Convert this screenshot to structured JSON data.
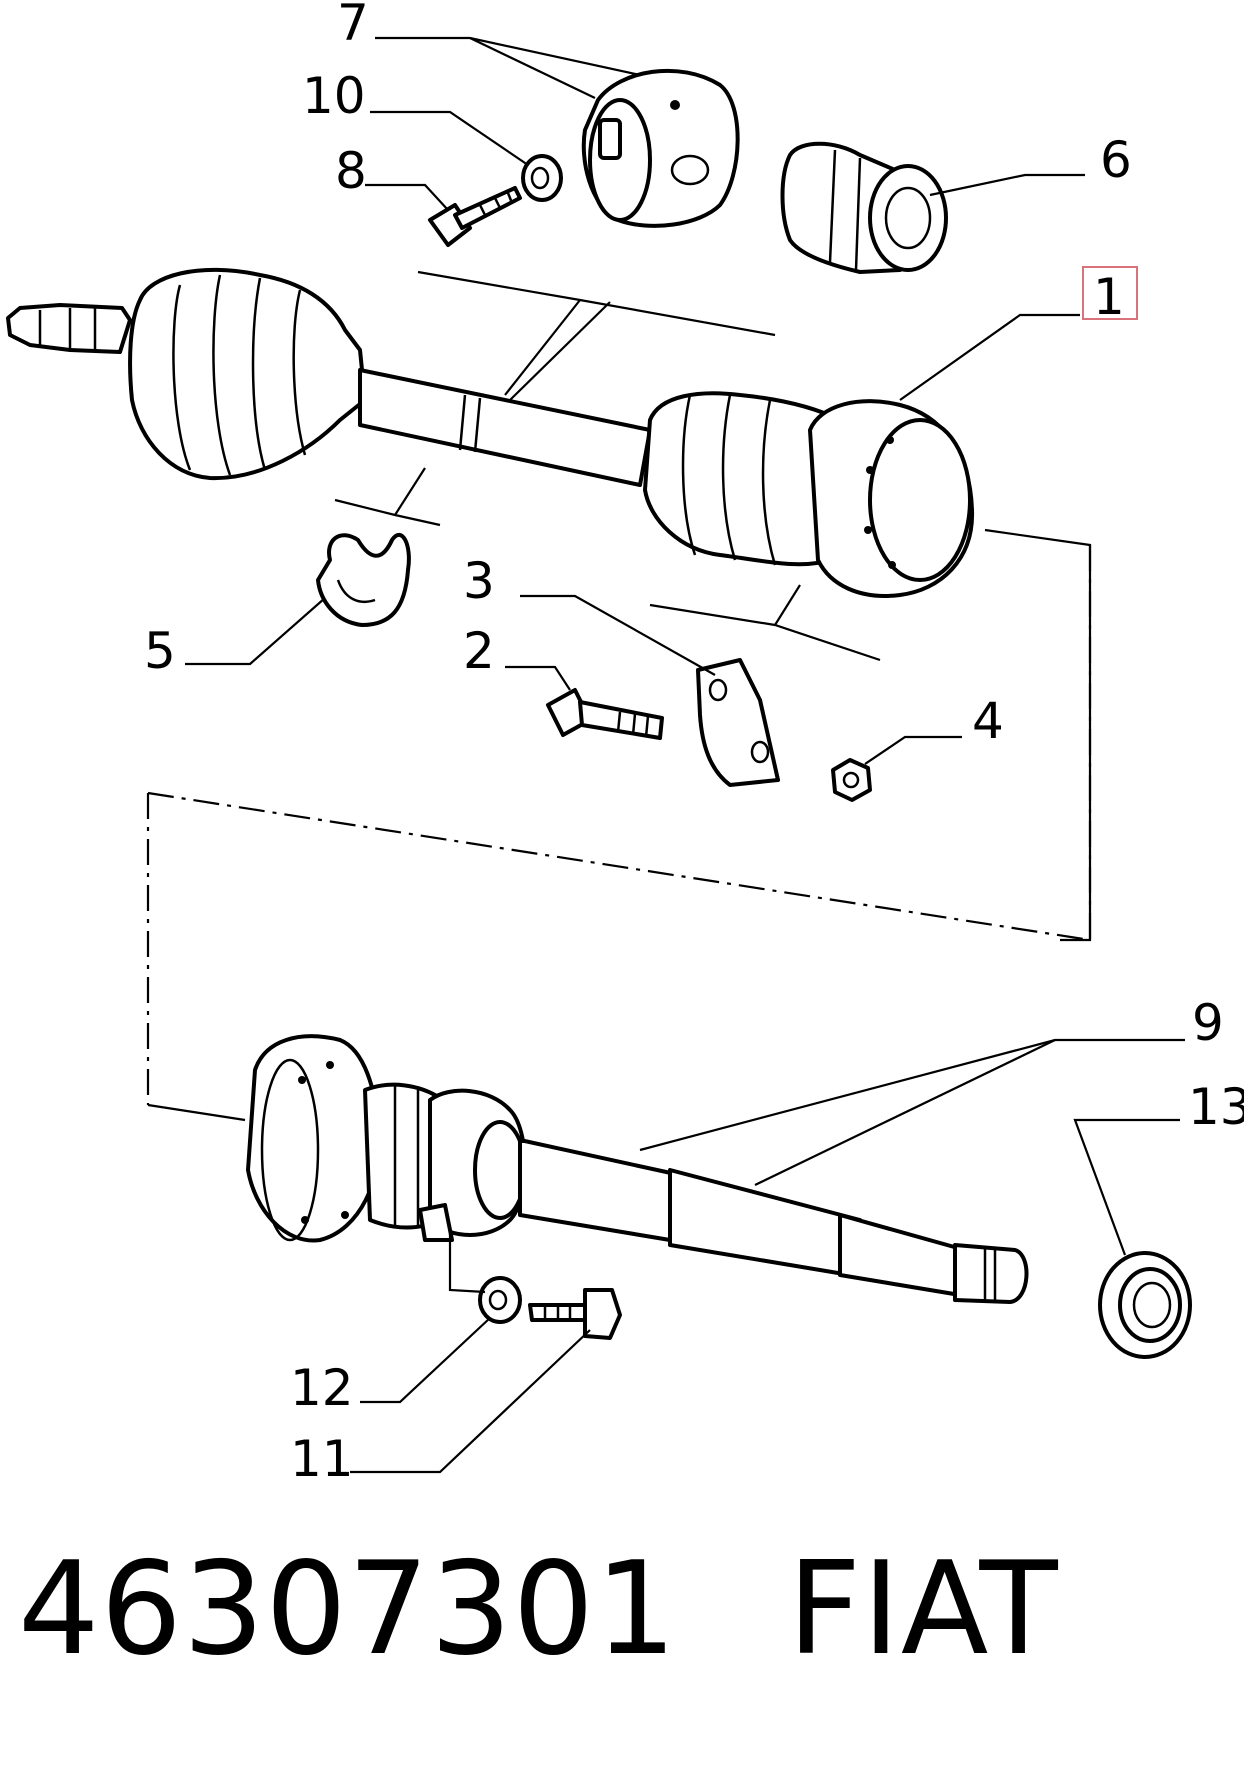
{
  "callouts": {
    "c1": "1",
    "c2": "2",
    "c3": "3",
    "c4": "4",
    "c5": "5",
    "c6": "6",
    "c7": "7",
    "c8": "8",
    "c9": "9",
    "c10": "10",
    "c11": "11",
    "c12": "12",
    "c13": "13"
  },
  "highlight_color": "#d8737b",
  "caption": {
    "part_number": "46307301",
    "brand": "FIAT"
  }
}
